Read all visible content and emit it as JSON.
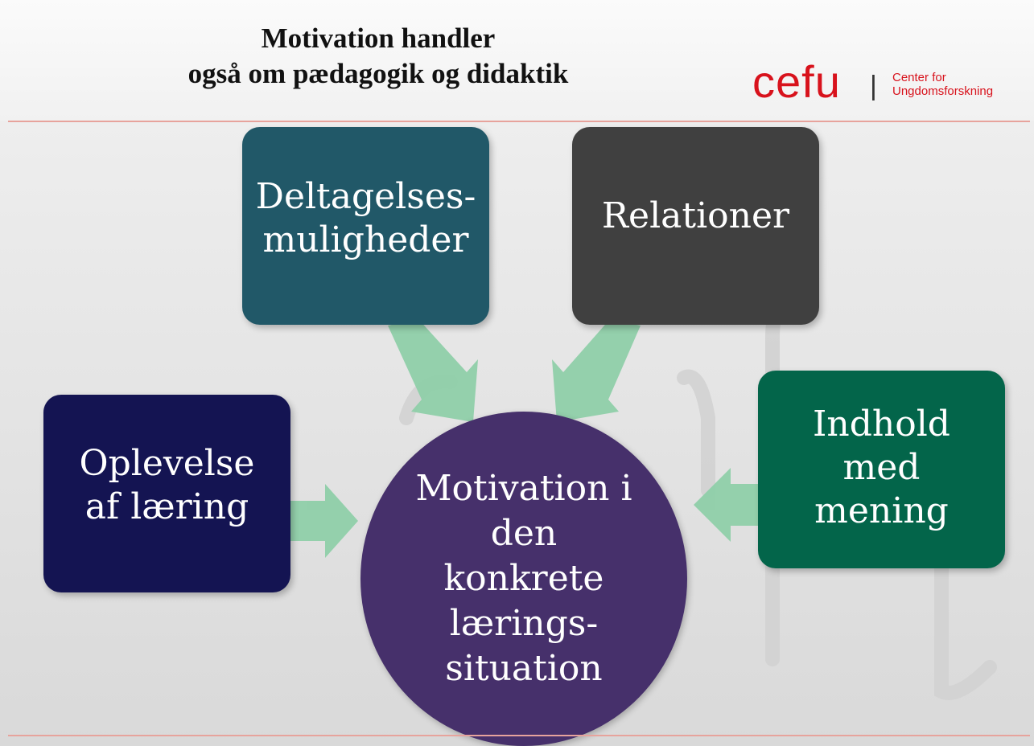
{
  "header": {
    "title_line1": "Motivation handler",
    "title_line2": "også om pædagogik og didaktik"
  },
  "logo": {
    "word": "cefu",
    "separator": "|",
    "sub_line1": "Center for",
    "sub_line2": "Ungdomsforskning"
  },
  "diagram": {
    "center": {
      "lines": [
        "Motivation i",
        "den",
        "konkrete",
        "lærings-",
        "situation"
      ],
      "color": "#46306b"
    },
    "nodes": [
      {
        "id": "deltagelse",
        "lines": [
          "Deltagelses-",
          "muligheder"
        ],
        "color": "#215868"
      },
      {
        "id": "relationer",
        "lines": [
          "Relationer"
        ],
        "color": "#404040"
      },
      {
        "id": "oplevelse",
        "lines": [
          "Oplevelse",
          "af læring"
        ],
        "color": "#141452"
      },
      {
        "id": "indhold",
        "lines": [
          "Indhold",
          "med",
          "mening"
        ],
        "color": "#03654a"
      }
    ],
    "arrow_color": "#8fcfa9"
  },
  "colors": {
    "brand_red": "#d8121c",
    "rule": "#e7a39c"
  }
}
